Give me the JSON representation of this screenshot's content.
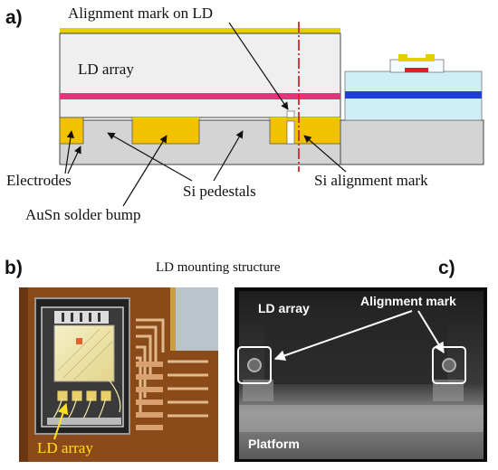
{
  "panel_a": {
    "letter": "a)",
    "callout_alignment_mark": "Alignment mark on LD",
    "ld_array": "LD array",
    "electrodes": "Electrodes",
    "si_pedestals": "Si pedestals",
    "si_alignment_mark": "Si alignment mark",
    "ausn_solder_bump": "AuSn solder bump"
  },
  "panel_b": {
    "letter": "b)",
    "caption": "LD mounting structure",
    "ld_array_label": "LD array"
  },
  "panel_c": {
    "letter": "c)",
    "ld_array": "LD array",
    "alignment_mark": "Alignment mark",
    "platform": "Platform"
  },
  "colors": {
    "gold": "#f2c200",
    "magenta": "#e8337a",
    "blue_core": "#1f3fcf",
    "cyan_clad": "#cdeff5",
    "silicon": "#d4d4d4",
    "red_dashed": "#e0202a"
  }
}
